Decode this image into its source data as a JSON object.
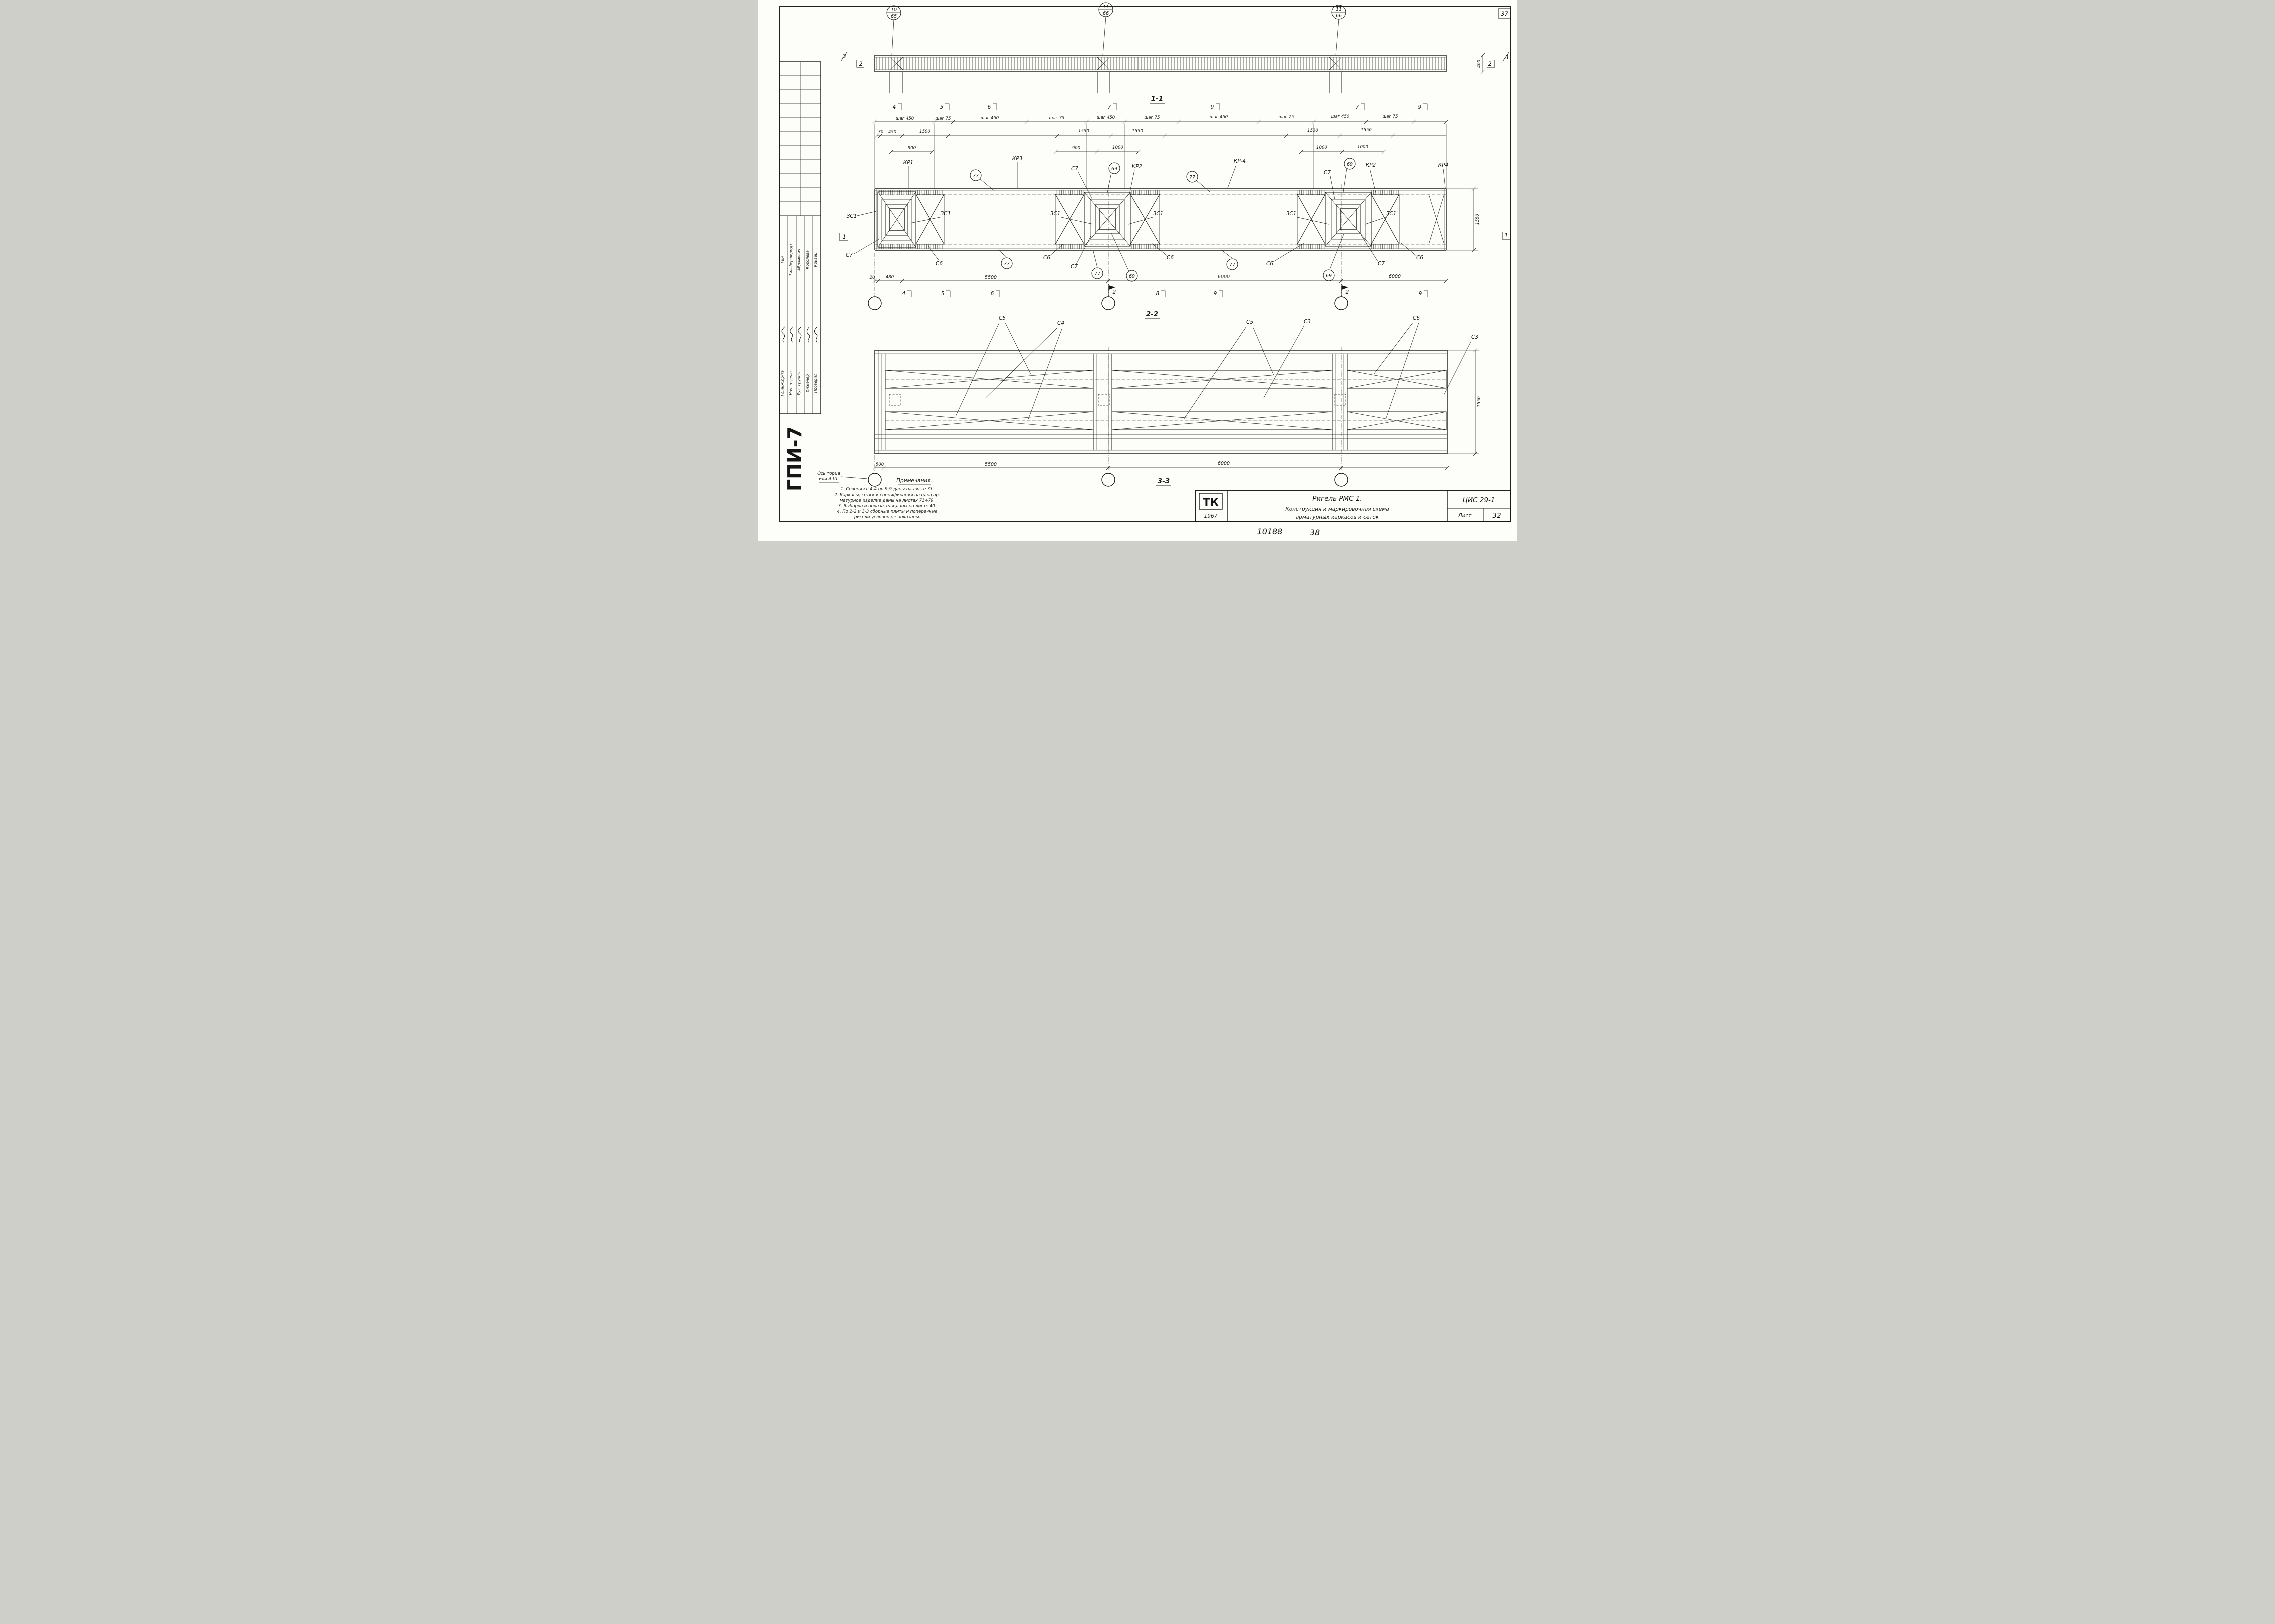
{
  "sheet": {
    "corner_number": "37",
    "footer_left_number": "10188",
    "footer_right_number": "38",
    "org_code": "ГПИ-7"
  },
  "title_block": {
    "logo_text": "ТК",
    "logo_year": "1967",
    "doc_title_line1": "Ригель РМС 1.",
    "doc_title_line2": "Конструкция и маркировочная схема",
    "doc_title_line3": "арматурных каркасов и сеток",
    "doc_code": "ЦИС 29-1",
    "sheet_word": "Лист",
    "sheet_number": "32"
  },
  "stamp": {
    "roles": [
      "Гл.инж.пр-та",
      "Нач. отдела",
      "Рук. группы",
      "Инженер",
      "Проверил"
    ],
    "names": [
      "Гин",
      "Зильберширмдт",
      "АВрамович",
      "Королева",
      "Кривец"
    ]
  },
  "sections": {
    "s11": "1-1",
    "s22": "2-2",
    "s33": "3-3"
  },
  "axis_marks": [
    {
      "top": "10",
      "bottom": "65"
    },
    {
      "top": "11",
      "bottom": "66"
    },
    {
      "top": "11",
      "bottom": "66"
    }
  ],
  "cut_marks": {
    "top_row": [
      "4",
      "5",
      "6",
      "7",
      "9",
      "7",
      "9"
    ],
    "bottom_row": [
      "4",
      "5",
      "6",
      "8",
      "9",
      "9"
    ],
    "flag1": "1",
    "flag2": "2",
    "flag3": "3"
  },
  "dims": {
    "shag450": "шаг 450",
    "shag75": "шаг 75",
    "row2": [
      "30",
      "450",
      "1500",
      "1550",
      "1550",
      "1530",
      "1550"
    ],
    "row3": [
      "900",
      "900",
      "1000",
      "1000",
      "1000"
    ],
    "plan_bottom": [
      "20",
      "480",
      "5500",
      "6000",
      "6000"
    ],
    "s22_bottom": [
      "500",
      "5500",
      "6000"
    ],
    "beam_height": "400",
    "plan_height": "1550",
    "s22_height": "1550"
  },
  "part_labels": {
    "kr1": "КР1",
    "kr2": "КР2",
    "kr3": "КР3",
    "kr4": "КР4",
    "kr_4": "КР-4",
    "c3": "С3",
    "c4": "С4",
    "c5": "С5",
    "c6": "С6",
    "c7": "С7",
    "zs1": "ЗС1",
    "circ77": "77",
    "circ69": "69"
  },
  "notes": {
    "heading": "Примечания.",
    "lines": [
      "1. Сечения с 4-4 по 9-9 даны на листе 33.",
      "2. Каркасы, сетки и спецификация на одно ар-",
      "    матурное изделие даны на листах 71÷79.",
      "3. Выборка и показатели даны на листе 40.",
      "4. По 2-2 и 3-3 сборные плиты и поперечные",
      "    ригели условно не показаны."
    ]
  },
  "corner_note": {
    "line1": "Ось торца",
    "line2": "или А.Ш."
  }
}
